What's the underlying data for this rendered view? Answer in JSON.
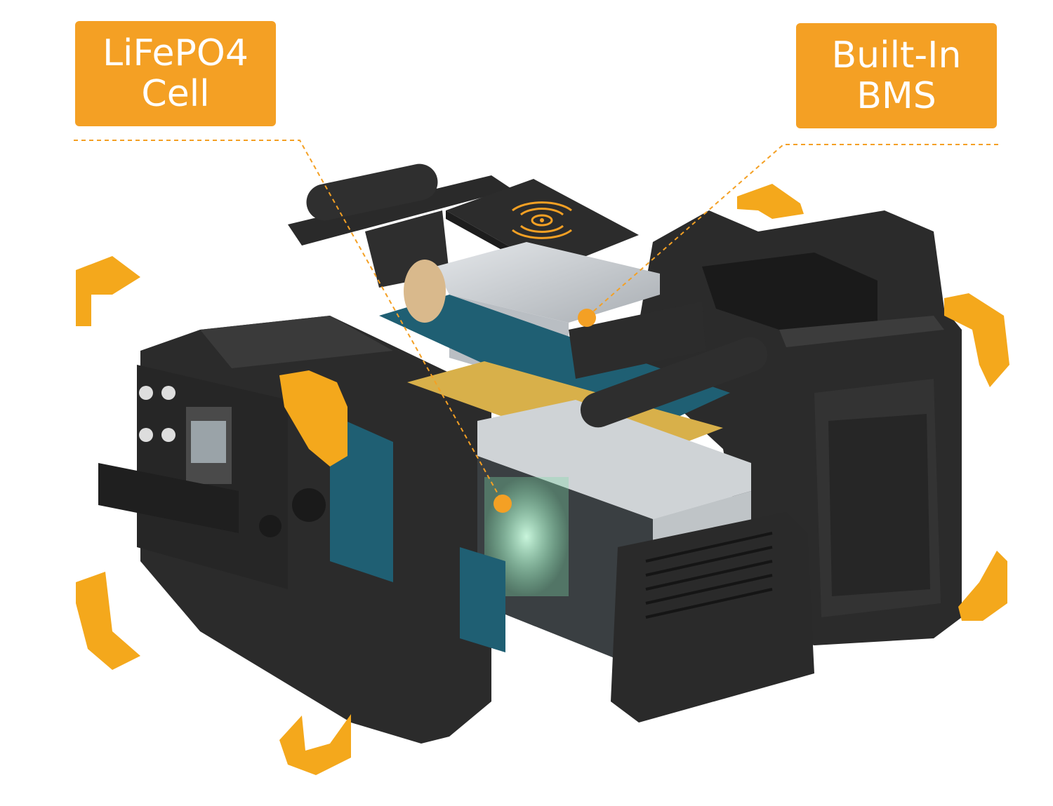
{
  "callouts": {
    "lifepo4": {
      "line1": "LiFePO4",
      "line2": "Cell"
    },
    "bms": {
      "line1": "Built-In",
      "line2": "BMS"
    }
  },
  "colors": {
    "accent": "#f4a024",
    "housing": "#2b2b2b",
    "housing_light": "#3a3a3a",
    "pcb": "#1f5f73",
    "cell_glow": "#9fe3c0",
    "metal": "#c8ccd0",
    "gold_plate": "#d8b04a",
    "background": "#ffffff"
  },
  "icons": {
    "wireless_pad": "wireless-charging-icon"
  }
}
